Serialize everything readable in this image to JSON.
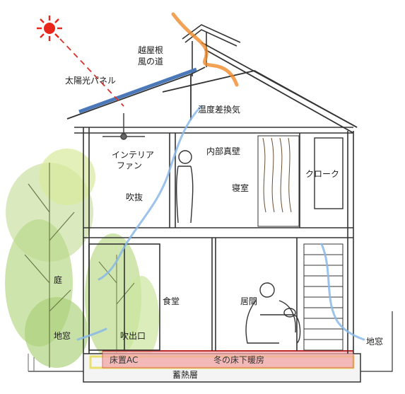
{
  "labels": {
    "ridge_vent_1": "越屋根",
    "ridge_vent_2": "風の道",
    "solar_panel": "太陽光パネル",
    "temp_diff_ventilation": "温度差換気",
    "interior_fan_1": "インテリア",
    "interior_fan_2": "ファン",
    "interior_wall": "内部真壁",
    "void": "吹抜",
    "bedroom": "寝室",
    "closet": "クローク",
    "garden": "庭",
    "dining": "食堂",
    "living": "居間",
    "ground_window_left": "地窓",
    "air_outlet": "吹出口",
    "ground_window_right": "地窓",
    "floor_ac": "床置AC",
    "winter_floor_heating": "冬の床下暖房",
    "heat_storage": "蓄熱層"
  },
  "colors": {
    "sun": "#e8261c",
    "sun_ray": "#d9342b",
    "solar_panel": "#4a78b8",
    "warm_air": "#f08a2a",
    "cool_air": "#8ab8e8",
    "floor_heating": "#f3a6a6",
    "heat_storage_edge": "#e8e06a",
    "greenery": "#9fc96a"
  },
  "icons": {
    "sun": "sun-icon"
  }
}
